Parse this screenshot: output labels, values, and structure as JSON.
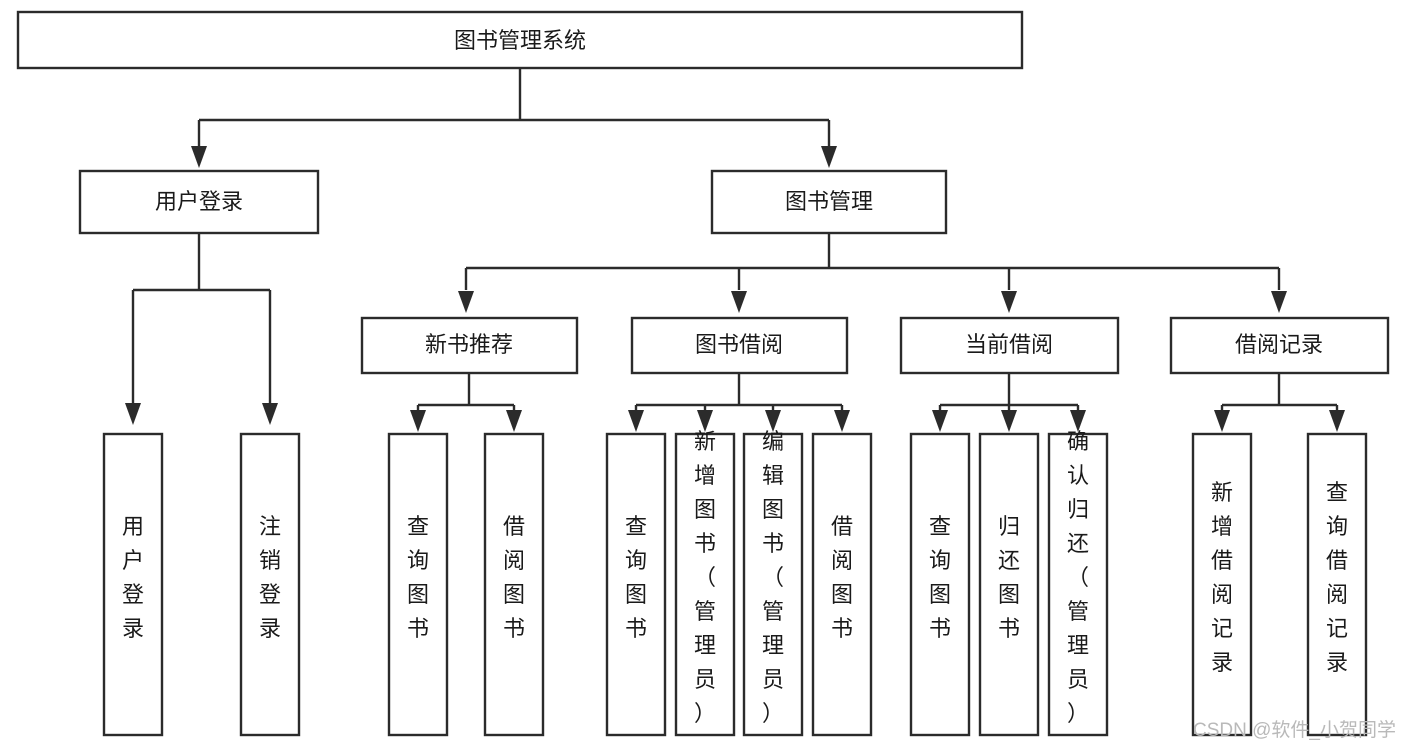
{
  "diagram": {
    "type": "tree-hierarchy",
    "title": "图书管理系统",
    "watermark": "CSDN @软件_小贺同学",
    "colors": {
      "box_stroke": "#2b2b2b",
      "box_fill": "#ffffff",
      "text": "#1a1a1a",
      "watermark": "#b9b9b9",
      "background": "#ffffff"
    },
    "levels": {
      "root": {
        "label": "图书管理系统"
      },
      "level2": [
        {
          "label": "用户登录"
        },
        {
          "label": "图书管理"
        }
      ],
      "level3": [
        {
          "label": "新书推荐"
        },
        {
          "label": "图书借阅"
        },
        {
          "label": "当前借阅"
        },
        {
          "label": "借阅记录"
        }
      ]
    },
    "leaves": {
      "user_login": [
        {
          "label": "用户登录"
        },
        {
          "label": "注销登录"
        }
      ],
      "new_book_recommend": [
        {
          "label": "查询图书"
        },
        {
          "label": "借阅图书"
        }
      ],
      "book_borrow": [
        {
          "label": "查询图书"
        },
        {
          "label": "新增图书（管理员）"
        },
        {
          "label": "编辑图书（管理员）"
        },
        {
          "label": "借阅图书"
        }
      ],
      "current_borrow": [
        {
          "label": "查询图书"
        },
        {
          "label": "归还图书"
        },
        {
          "label": "确认归还（管理员）"
        }
      ],
      "borrow_record": [
        {
          "label": "新增借阅记录"
        },
        {
          "label": "查询借阅记录"
        }
      ]
    }
  }
}
